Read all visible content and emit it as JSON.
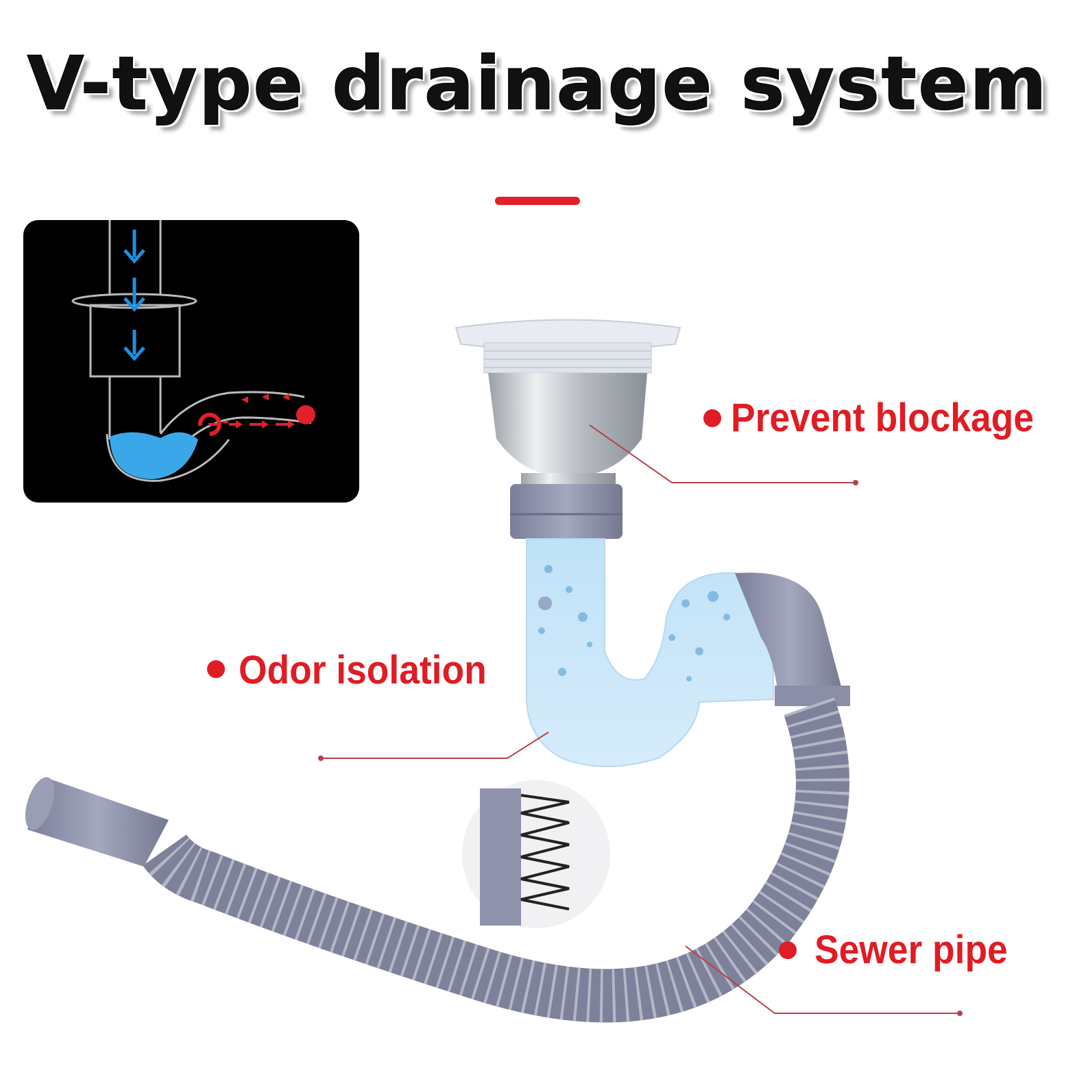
{
  "title": "V-type drainage system",
  "callouts": {
    "prevent_blockage": "Prevent blockage",
    "odor_isolation": "Odor isolation",
    "sewer_pipe": "Sewer pipe"
  },
  "colors": {
    "accent": "#e01c24",
    "water": "#3aa8e8",
    "pipe": "#8c90a8",
    "metal": "#c8ccd0"
  }
}
